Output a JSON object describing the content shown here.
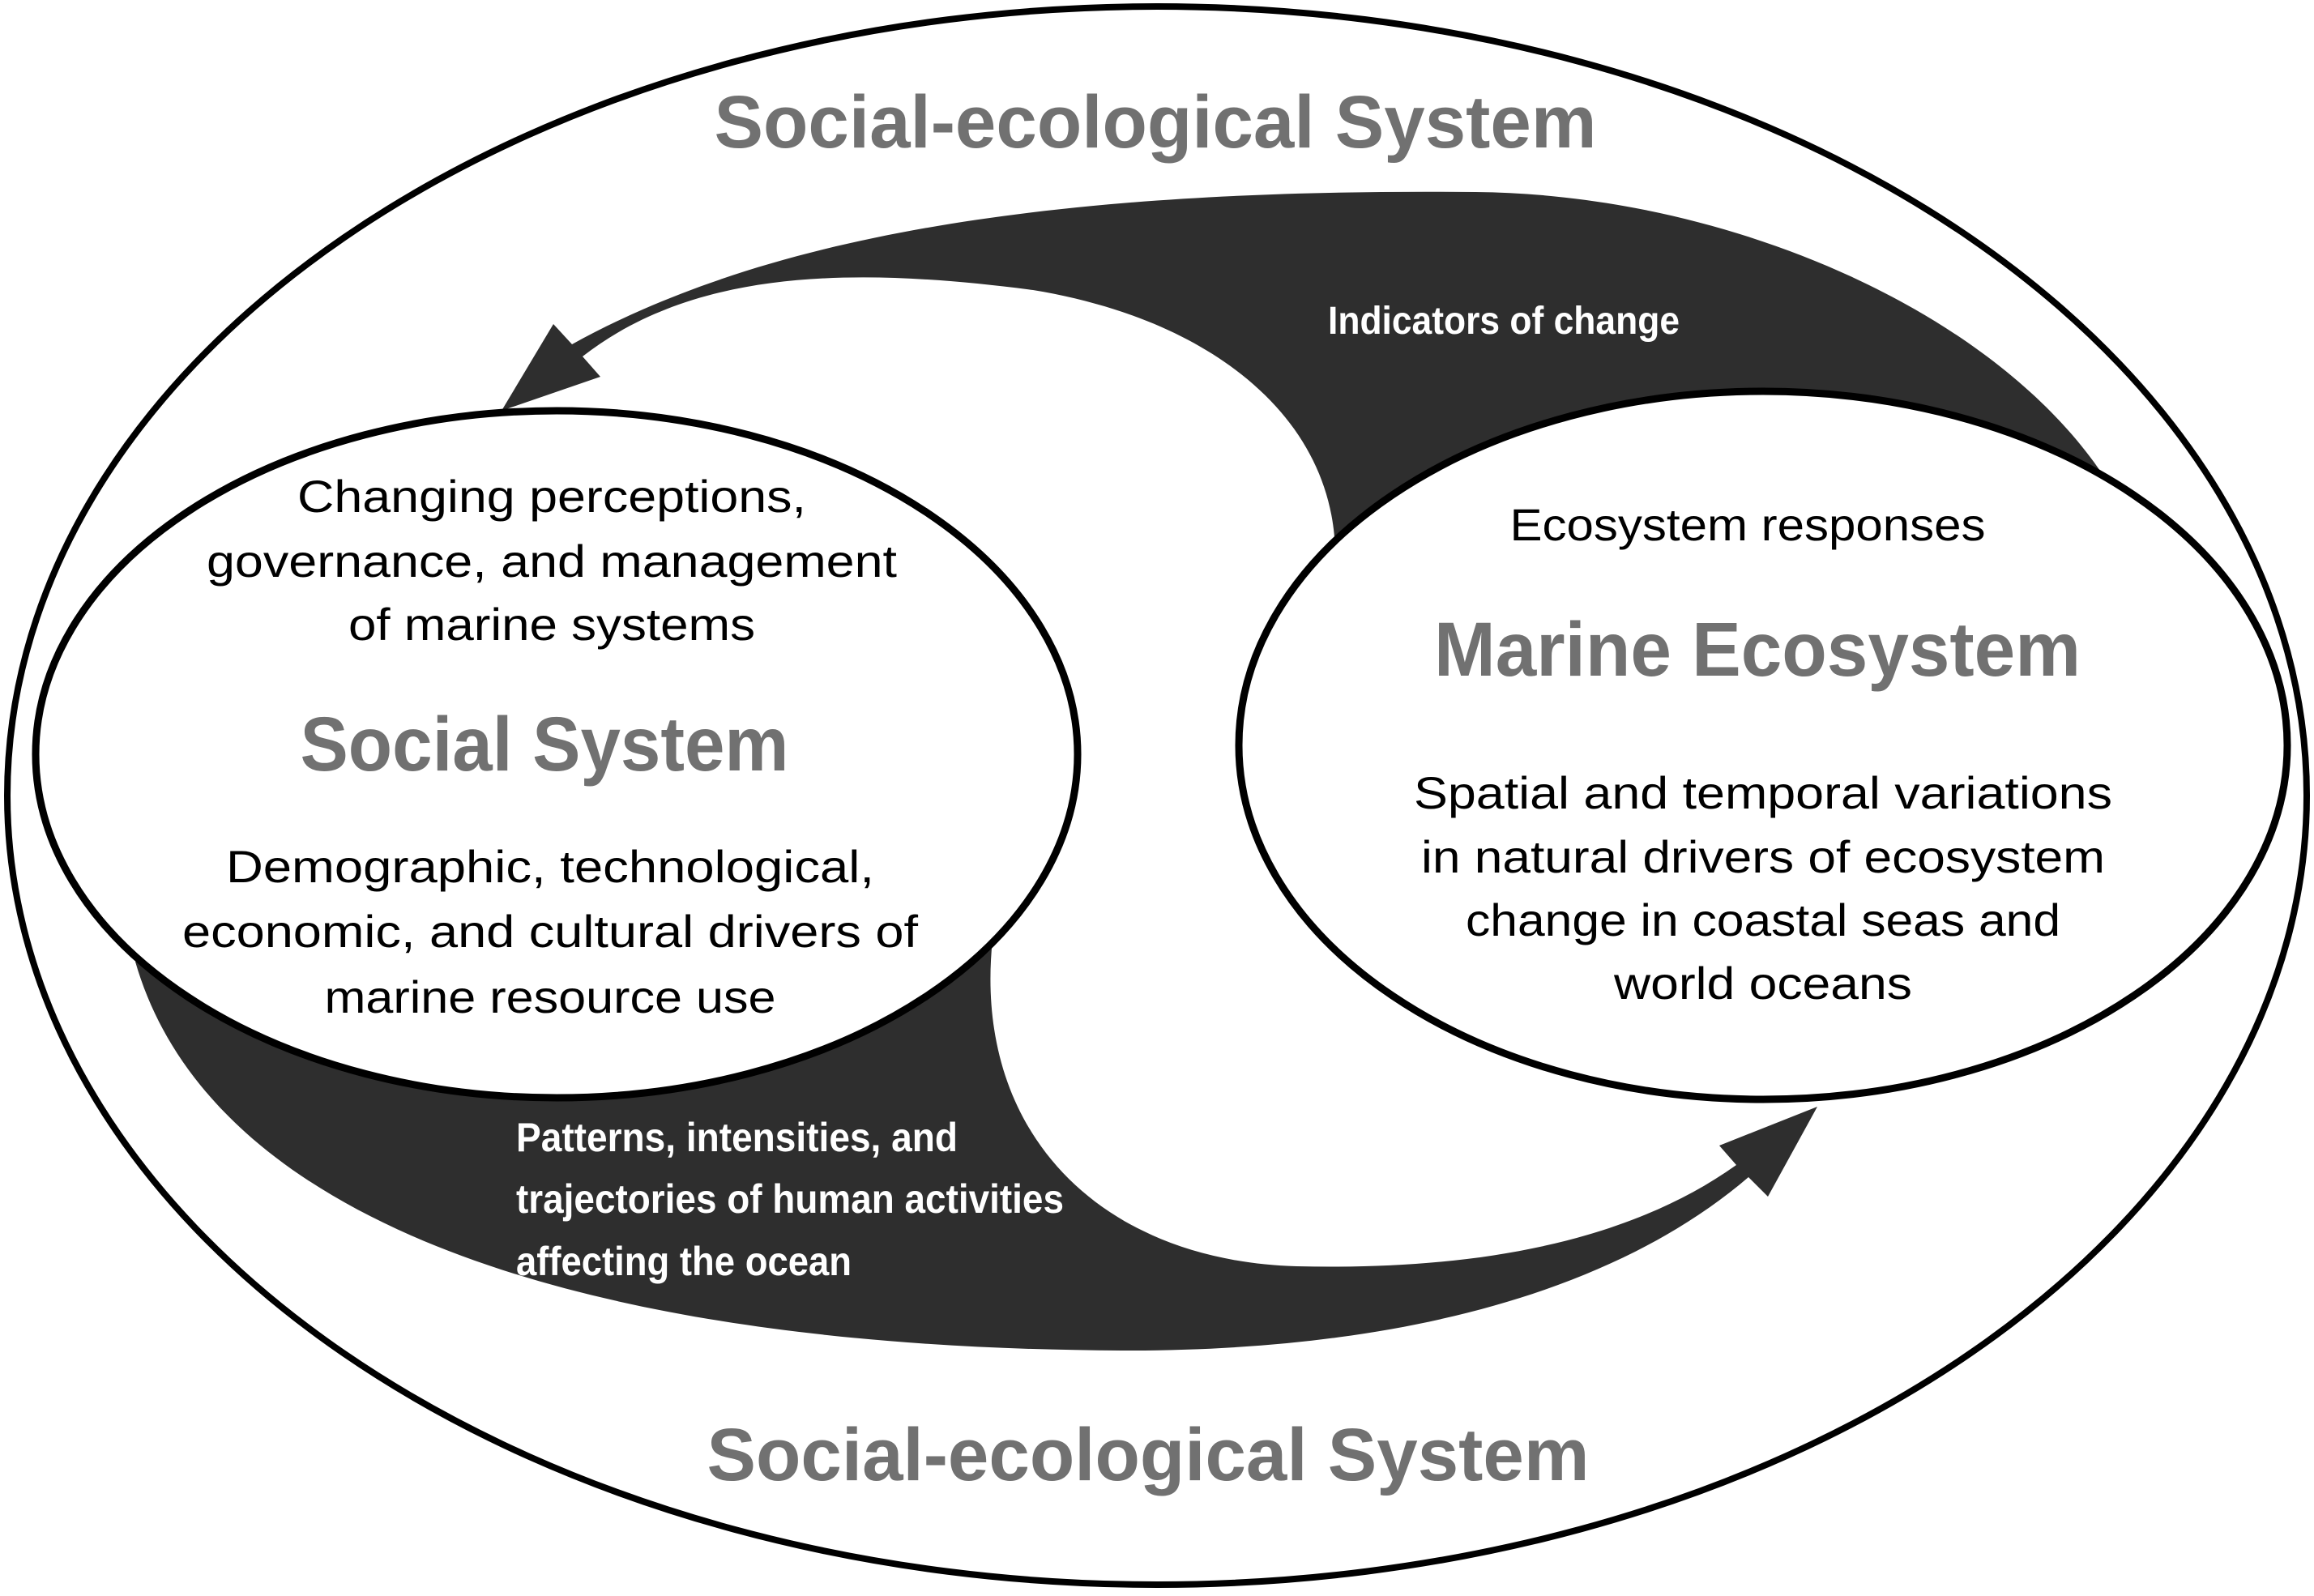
{
  "diagram": {
    "outer_system": {
      "title_top": "Social-ecological System",
      "title_bottom": "Social-ecological System"
    },
    "social_system": {
      "title": "Social System",
      "top_text": [
        "Changing perceptions,",
        "governance, and management",
        "of marine systems"
      ],
      "bottom_text": [
        "Demographic, technological,",
        "economic, and cultural drivers of",
        "marine resource use"
      ]
    },
    "marine_ecosystem": {
      "title": "Marine Ecosystem",
      "top_text": "Ecosystem responses",
      "bottom_text": [
        "Spatial and temporal variations",
        "in natural drivers of ecosystem",
        "change in coastal seas and",
        "world oceans"
      ]
    },
    "arrows": {
      "marine_to_social": {
        "label": "Indicators of change"
      },
      "social_to_marine": {
        "label": [
          "Patterns, intensities, and",
          "trajectories of human activities",
          "affecting the ocean"
        ]
      }
    },
    "colors": {
      "title_gray": "#717171",
      "arrow_fill": "#2e2e2e",
      "outline": "#000000",
      "background": "#ffffff"
    }
  }
}
